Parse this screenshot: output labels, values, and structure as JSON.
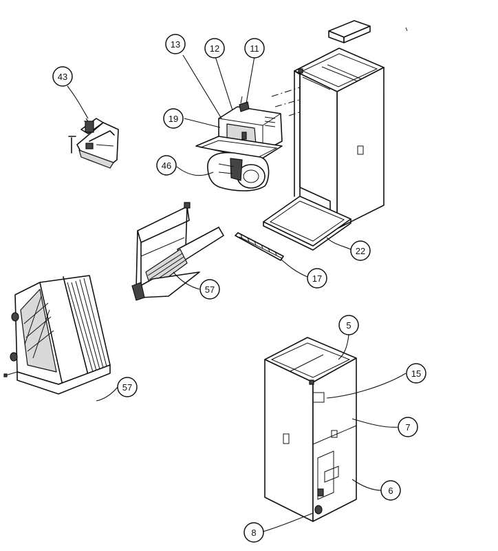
{
  "diagram": {
    "callouts": [
      {
        "id": "c43",
        "label": "43"
      },
      {
        "id": "c13",
        "label": "13"
      },
      {
        "id": "c12",
        "label": "12"
      },
      {
        "id": "c11",
        "label": "11"
      },
      {
        "id": "c19",
        "label": "19"
      },
      {
        "id": "c46",
        "label": "46"
      },
      {
        "id": "c22",
        "label": "22"
      },
      {
        "id": "c17",
        "label": "17"
      },
      {
        "id": "c57a",
        "label": "57"
      },
      {
        "id": "c57b",
        "label": "57"
      },
      {
        "id": "c5",
        "label": "5"
      },
      {
        "id": "c15",
        "label": "15"
      },
      {
        "id": "c7",
        "label": "7"
      },
      {
        "id": "c6",
        "label": "6"
      },
      {
        "id": "c8",
        "label": "8"
      }
    ]
  }
}
